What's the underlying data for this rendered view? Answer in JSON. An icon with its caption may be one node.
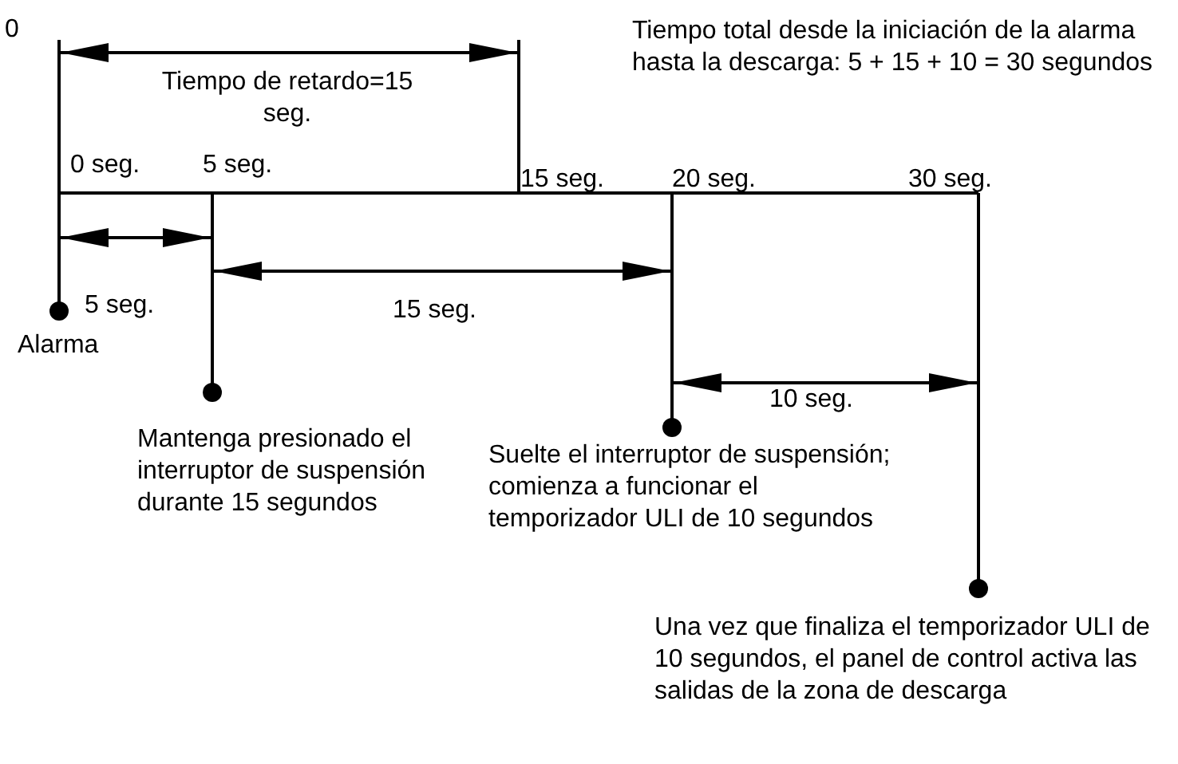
{
  "diagram": {
    "labels": [
      "0",
      "Tiempo total desde la iniciación de la alarma hasta la descarga: 5 + 15 + 10 = 30 segundos",
      "Tiempo de retardo=15 seg.",
      "0 seg.",
      "5 seg.",
      "15 seg.",
      "20 seg.",
      "30 seg.",
      "5 seg.",
      "15 seg.",
      "Alarma",
      "10 seg.",
      "Mantenga presionado el interruptor de suspensión durante 15 segundos",
      "Suelte el interruptor de suspensión; comienza a funcionar el temporizador ULI de 10 segundos",
      "Una vez que finaliza el temporizador ULI de 10 segundos, el panel de control activa las salidas de la zona de descarga"
    ]
  }
}
